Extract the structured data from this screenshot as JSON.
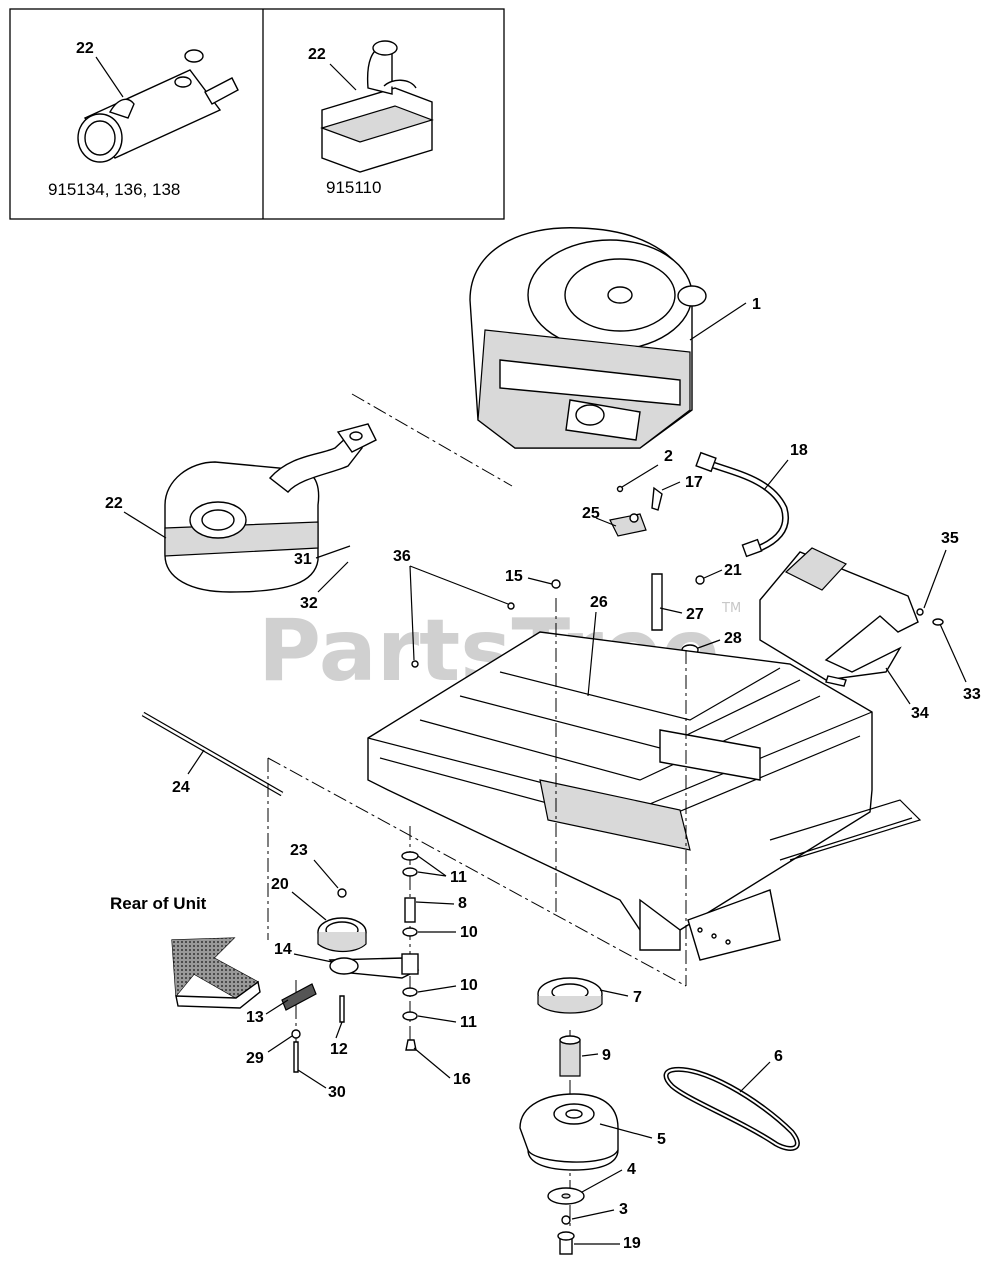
{
  "watermark": {
    "brand": "PartsTree",
    "tm": "TM"
  },
  "insets": [
    {
      "caption": "915134, 136, 138",
      "callout": "22"
    },
    {
      "caption": "915110",
      "callout": "22"
    }
  ],
  "rear_label": "Rear of Unit",
  "callouts": {
    "c1": "1",
    "c2": "2",
    "c3": "3",
    "c4": "4",
    "c5": "5",
    "c6": "6",
    "c7": "7",
    "c8": "8",
    "c9": "9",
    "c10a": "10",
    "c10b": "10",
    "c11a": "11",
    "c11b": "11",
    "c12": "12",
    "c13": "13",
    "c14": "14",
    "c15": "15",
    "c16": "16",
    "c17": "17",
    "c18": "18",
    "c19": "19",
    "c20": "20",
    "c21": "21",
    "c22": "22",
    "c23": "23",
    "c24": "24",
    "c25": "25",
    "c26": "26",
    "c27": "27",
    "c28": "28",
    "c29": "29",
    "c30": "30",
    "c31": "31",
    "c32": "32",
    "c33": "33",
    "c34": "34",
    "c35": "35",
    "c36": "36"
  }
}
